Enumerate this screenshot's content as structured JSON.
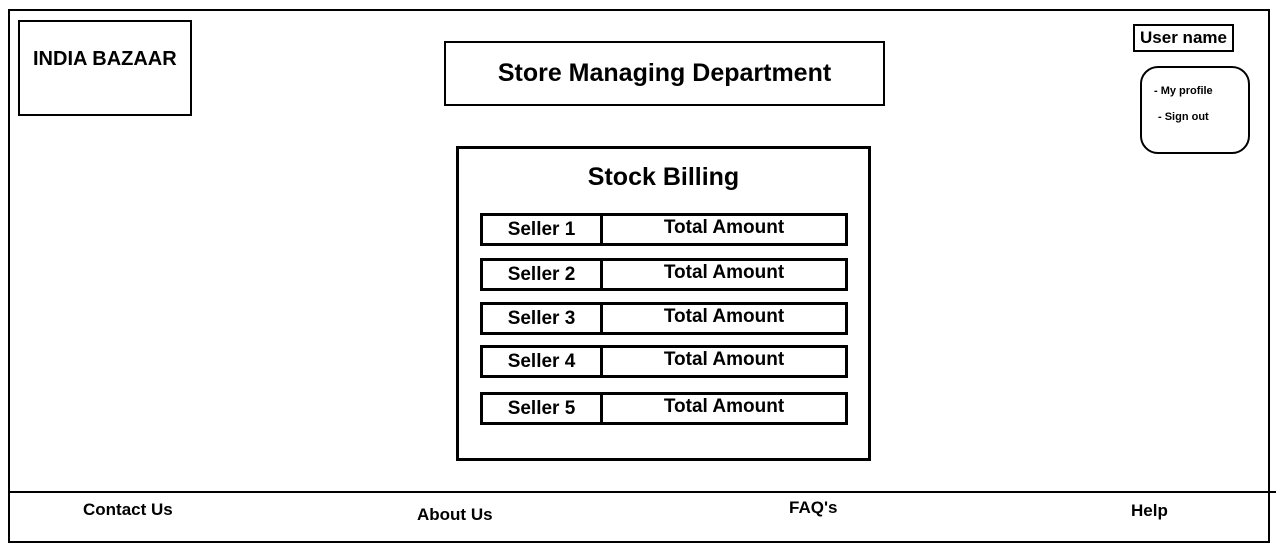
{
  "header": {
    "logo_text": "INDIA BAZAAR",
    "department_title": "Store Managing Department"
  },
  "user": {
    "name_label": "User name",
    "menu_items": [
      "- My profile",
      "- Sign out"
    ]
  },
  "billing": {
    "title": "Stock Billing",
    "rows": [
      {
        "seller": "Seller 1",
        "amount_label": "Total Amount"
      },
      {
        "seller": "Seller 2",
        "amount_label": "Total Amount"
      },
      {
        "seller": "Seller 3",
        "amount_label": "Total Amount"
      },
      {
        "seller": "Seller 4",
        "amount_label": "Total Amount"
      },
      {
        "seller": "Seller 5",
        "amount_label": "Total Amount"
      }
    ]
  },
  "footer": {
    "contact": "Contact Us",
    "about": "About Us",
    "faq": "FAQ's",
    "help": "Help"
  }
}
